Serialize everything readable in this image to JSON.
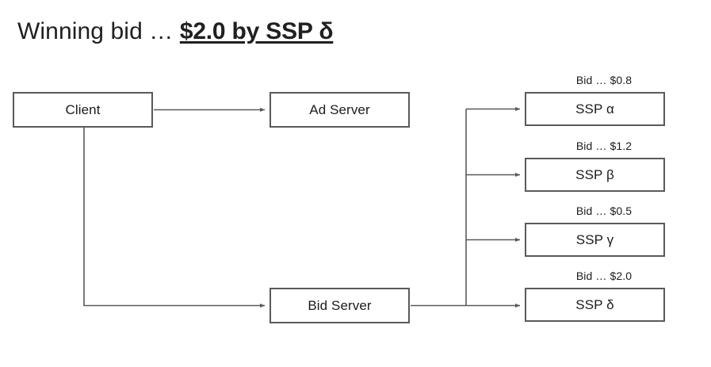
{
  "title": {
    "prefix": "Winning bid … ",
    "emphasis": "$2.0 by SSP δ"
  },
  "nodes": {
    "client": "Client",
    "ad_server": "Ad Server",
    "bid_server": "Bid Server",
    "ssp_alpha": "SSP α",
    "ssp_beta": "SSP β",
    "ssp_gamma": "SSP γ",
    "ssp_delta": "SSP δ"
  },
  "bids": {
    "alpha": "Bid … $0.8",
    "beta": "Bid … $1.2",
    "gamma": "Bid … $0.5",
    "delta": "Bid … $2.0"
  },
  "colors": {
    "background": "#ffffff",
    "box_border": "#5a5a5a",
    "connector": "#5a5a5a",
    "text": "#1b1b1b",
    "title_text": "#202020"
  }
}
